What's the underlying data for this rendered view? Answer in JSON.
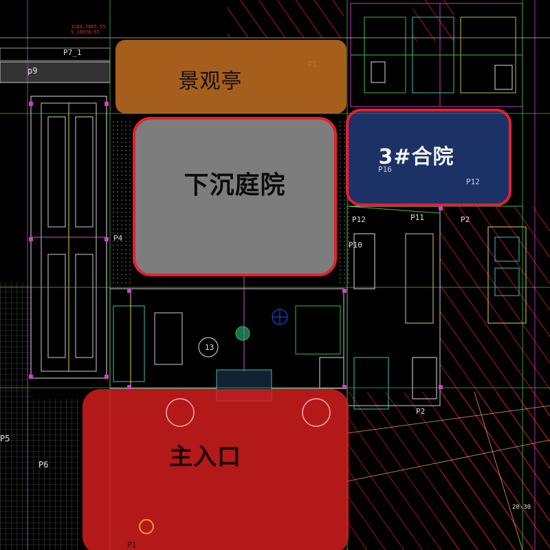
{
  "plan": {
    "palette": {
      "background": "#000000",
      "pavilion_fill": "#e6822a",
      "sunken_fill": "#a0a0a0",
      "courtyard_fill": "#2d50a5",
      "entrance_fill": "#dc1e1e",
      "outline_red": "#e8202a"
    },
    "zones": {
      "pavilion": {
        "label": "景观亭"
      },
      "sunken_courtyard": {
        "label": "下沉庭院"
      },
      "courtyard_3": {
        "label": "3#合院"
      },
      "main_entrance": {
        "label": "主入口"
      }
    },
    "tags": {
      "p7_1": "P7_1",
      "p9": "p9",
      "p1_pavilion": "P1",
      "p1_entrance": "P1",
      "p4": "P4",
      "p5": "P5",
      "p6": "P6",
      "p10": "P10",
      "p11": "P11",
      "p12": "P12",
      "p2": "P2",
      "p2_lower": "P2",
      "p16": "P16",
      "p12_court": "P12",
      "num13": "13",
      "scale": "20-30",
      "elev1": "1284,7865.55",
      "elev2": "5,16978.55"
    }
  }
}
